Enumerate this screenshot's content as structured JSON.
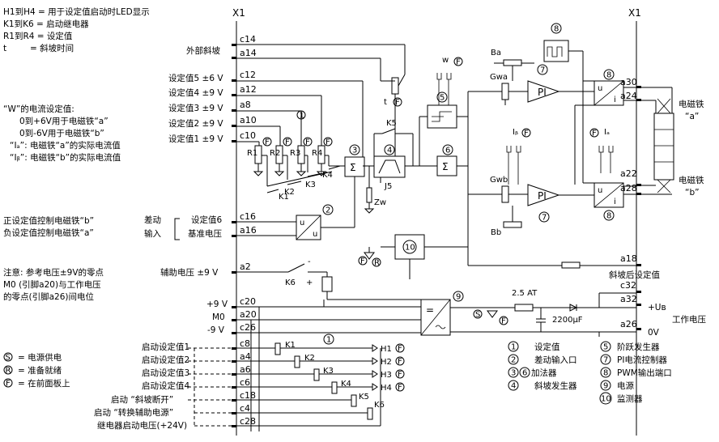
{
  "legend_top": [
    {
      "key": "H1到H4",
      "desc": "= 用于设定值启动时LED显示"
    },
    {
      "key": "K1到K6",
      "desc": "= 启动继电器"
    },
    {
      "key": "R1到R4",
      "desc": "= 设定值"
    },
    {
      "key": "t",
      "desc": "= 斜坡时间"
    }
  ],
  "current_note": [
    "“W”的电流设定值:",
    "0到+6V用于电磁铁“a”",
    "0到-6V用于电磁铁“b”",
    "“Iₐ”: 电磁铁“a”的实际电流值",
    "“Iᵦ”: 电磁铁“b”的实际电流值"
  ],
  "polarity_note": [
    "正设定值控制电磁铁“b”",
    "负设定值控制电磁铁“a”"
  ],
  "ref_note": [
    "注意: 参考电压±9V的零点",
    "M0 (引脚a20)与工作电压",
    "的零点(引脚a26)间电位"
  ],
  "symbol_legend": [
    {
      "sym": "S",
      "desc": "= 电源供电"
    },
    {
      "sym": "R",
      "desc": "= 准备就绪"
    },
    {
      "sym": "F",
      "desc": "= 在前面板上"
    }
  ],
  "connector_left": "X1",
  "connector_right": "X1",
  "left_inputs": [
    {
      "label": "外部斜坡",
      "pins": [
        "c14",
        "a14"
      ]
    },
    {
      "label": "设定值5 ±6 V",
      "pins": [
        "c12"
      ]
    },
    {
      "label": "设定值4 ±9 V",
      "pins": [
        "a12"
      ]
    },
    {
      "label": "设定值3 ±9 V",
      "pins": [
        "a8"
      ]
    },
    {
      "label": "设定值2 ±9 V",
      "pins": [
        "a10"
      ]
    },
    {
      "label": "设定值1 ±9 V",
      "pins": [
        "c10"
      ]
    }
  ],
  "diff_input": {
    "group": [
      "差动",
      "输入"
    ],
    "sig1": "设定值6",
    "sig2": "基准电压",
    "pins": [
      "c16",
      "a16"
    ]
  },
  "aux_power": {
    "label": "辅助电压 ±9 V",
    "pin": "a2",
    "relay": "K6"
  },
  "supply_pins": [
    {
      "label": "+9 V",
      "pin": "c20"
    },
    {
      "label": "M0",
      "pin": "a20"
    },
    {
      "label": "-9 V",
      "pin": "c26"
    }
  ],
  "enable_inputs": [
    {
      "label": "启动设定值1",
      "pin": "c8",
      "relay": "K1",
      "led": "H1"
    },
    {
      "label": "启动设定值2",
      "pin": "a4",
      "relay": "K2",
      "led": "H2"
    },
    {
      "label": "启动设定值3",
      "pin": "a6",
      "relay": "K3",
      "led": "H3"
    },
    {
      "label": "启动设定值4",
      "pin": "c6",
      "relay": "K4",
      "led": "H4"
    },
    {
      "label": "启动 “斜坡断开”",
      "pin": "c18",
      "relay": "K5",
      "led": ""
    },
    {
      "label": "启动 “转换辅助电源”",
      "pin": "c4",
      "relay": "K6",
      "led": ""
    },
    {
      "label": "继电器启动电压(+24V)",
      "pin": "c28",
      "relay": "",
      "led": ""
    }
  ],
  "resistors": [
    "R1",
    "R2",
    "R3",
    "R4"
  ],
  "relays_inline": [
    "K1",
    "K2",
    "K3",
    "K4",
    "K5"
  ],
  "labels": {
    "t": "t",
    "w": "w",
    "ba": "Ba",
    "bb": "Bb",
    "gwa": "Gwa",
    "gwb": "Gwb",
    "ib": "Iᵦ",
    "ia": "Iₐ",
    "j5": "J5",
    "zw": "Zw",
    "pi": "PI",
    "u": "u",
    "i": "i",
    "sigma": "Σ",
    "eq": "=",
    "fuse": "2.5 AT",
    "cap": "2200μF"
  },
  "right_pins": {
    "a30": "a30",
    "a24": "a24",
    "a22": "a22",
    "a28": "a28",
    "a18": "a18",
    "c32": "c32",
    "a32": "a32",
    "a26": "a26"
  },
  "right_labels": {
    "magnet_a": [
      "电磁铁",
      "“a”"
    ],
    "magnet_b": [
      "电磁铁",
      "“b”"
    ],
    "ramp_out": "斜坡后设定值",
    "ub": "+Uʙ",
    "zero": "0V",
    "work_voltage": "工作电压"
  },
  "block_legend": [
    {
      "n": "1",
      "desc": "设定值"
    },
    {
      "n": "2",
      "desc": "差动输入口"
    },
    {
      "n": "3 6",
      "desc": "加法器"
    },
    {
      "n": "4",
      "desc": "斜坡发生器"
    },
    {
      "n": "5",
      "desc": "阶跃发生器"
    },
    {
      "n": "7",
      "desc": "PI电流控制器"
    },
    {
      "n": "8",
      "desc": "PWM输出端口"
    },
    {
      "n": "9",
      "desc": "电源"
    },
    {
      "n": "10",
      "desc": "监测器"
    }
  ]
}
